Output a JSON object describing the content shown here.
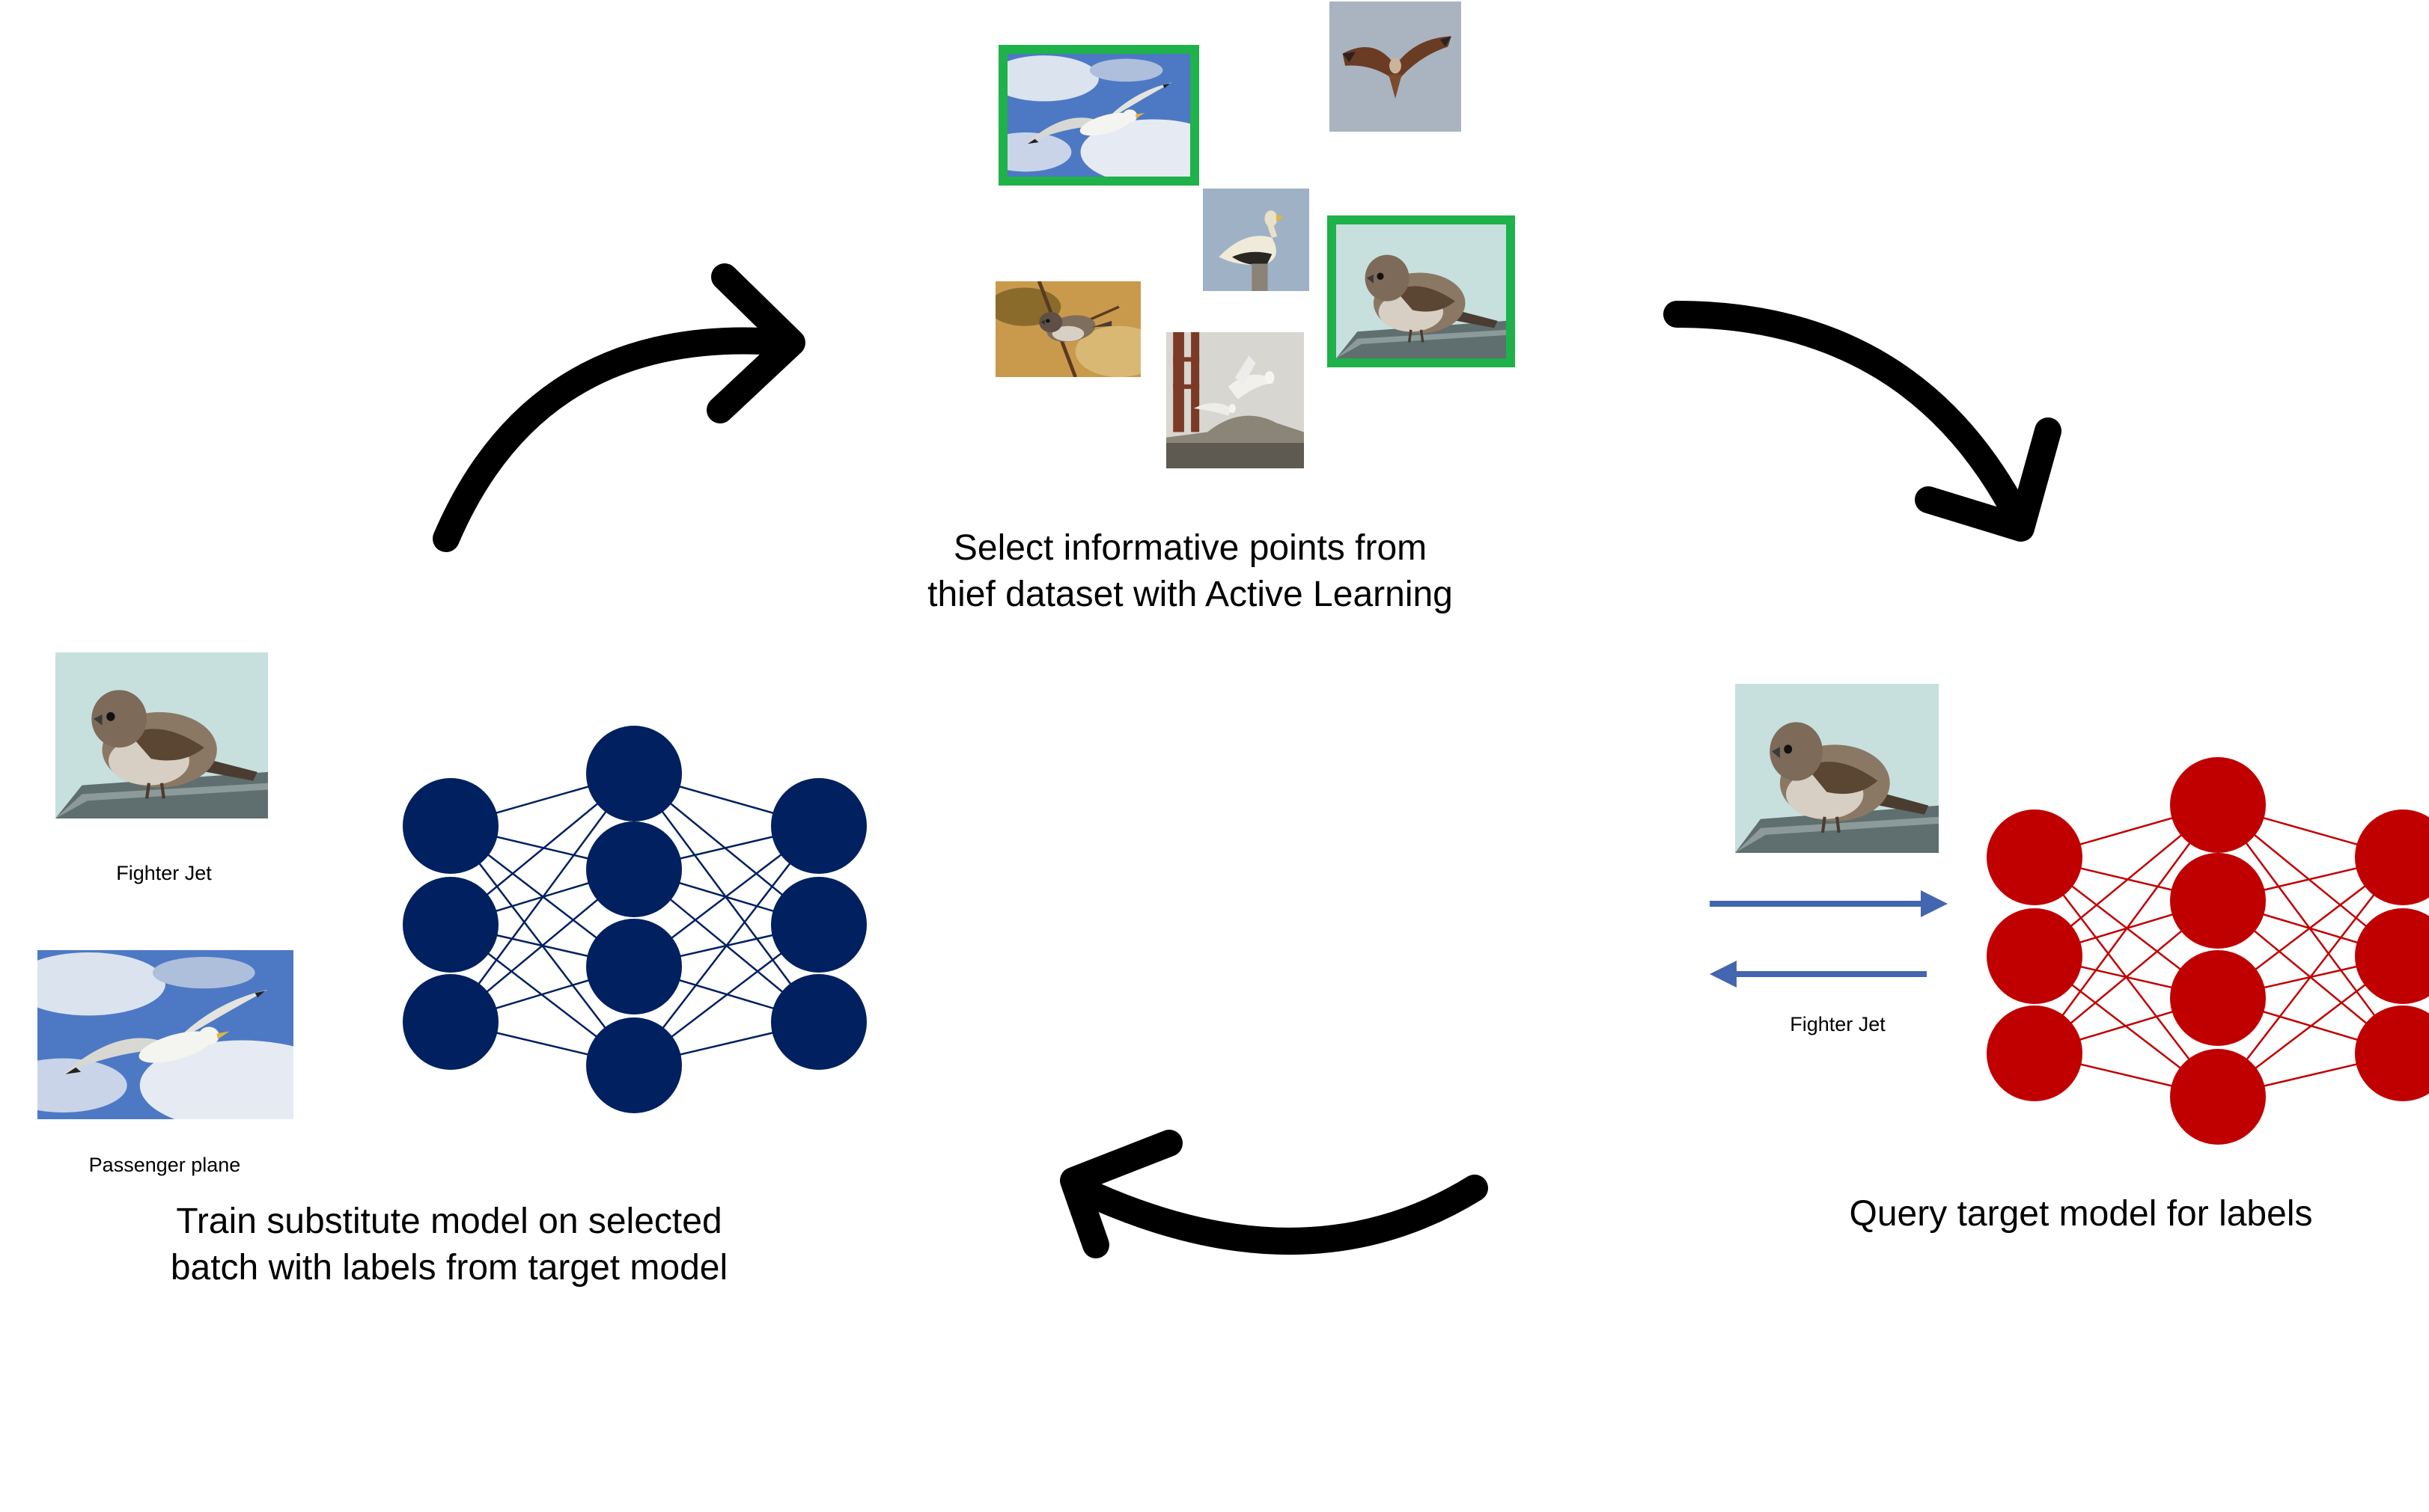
{
  "steps": {
    "select": {
      "lines": [
        "Select informative points from",
        "thief dataset with Active Learning"
      ]
    },
    "query": {
      "text": "Query target model for labels",
      "label": "Fighter Jet"
    },
    "train": {
      "lines": [
        "Train substitute model on selected",
        "batch with labels from target model"
      ],
      "labels": [
        "Fighter Jet",
        "Passenger plane"
      ]
    }
  },
  "colors": {
    "substitute_model": "#002060",
    "target_model": "#c00000",
    "query_arrow": "#4466b0",
    "selection_border": "#1fb14a",
    "cycle_arrow": "#000000"
  },
  "icons": {
    "cycle_arrows": "curved-arrow",
    "photos": [
      "gull-in-flight",
      "kite-in-flight",
      "vulture-perched",
      "sparrow-perched",
      "sparrow-on-branch",
      "gull-landing"
    ]
  }
}
